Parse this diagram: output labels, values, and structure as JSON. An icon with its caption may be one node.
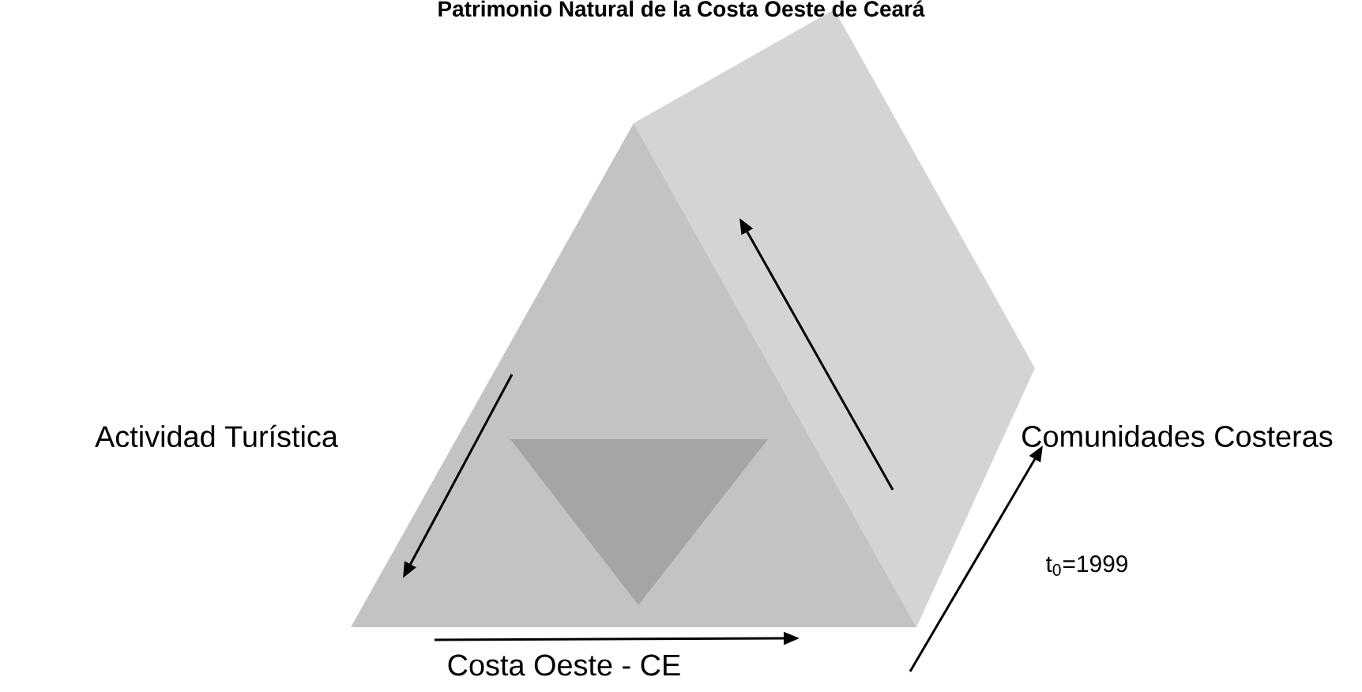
{
  "diagram": {
    "title": "Patrimonio Natural de la Costa Oeste de Ceará",
    "labels": [
      "Actividad Turística",
      "Comunidades Costeras",
      "t$_{0}$=1999",
      "Costa Oeste - CE"
    ]
  }
}
